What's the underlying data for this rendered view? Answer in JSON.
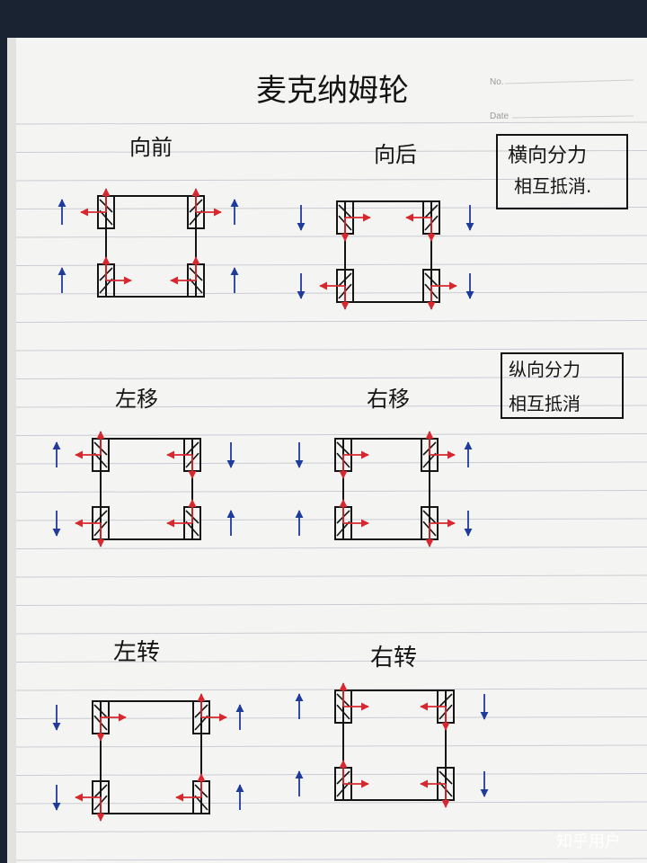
{
  "page": {
    "title": "麦克纳姆轮",
    "no_label": "No.",
    "date_label": "Date",
    "watermark": "知乎用户"
  },
  "notes": {
    "lateral": [
      "横向分力",
      "相互抵消."
    ],
    "longitudinal": [
      "纵向分力",
      "相互抵消"
    ]
  },
  "diagrams": {
    "forward": {
      "label": "向前"
    },
    "backward": {
      "label": "向后"
    },
    "left": {
      "label": "左移"
    },
    "right": {
      "label": "右移"
    },
    "rot_left": {
      "label": "左转"
    },
    "rot_right": {
      "label": "右转"
    }
  },
  "colors": {
    "ink": "#141414",
    "force_red": "#d7282f",
    "motion_blue": "#1f3c9c",
    "paper": "#f4f4f2",
    "rule_line": "#c9ccd2"
  },
  "icons": [
    "mecanum-wheel-icon",
    "force-arrow-icon",
    "motion-arrow-icon"
  ]
}
